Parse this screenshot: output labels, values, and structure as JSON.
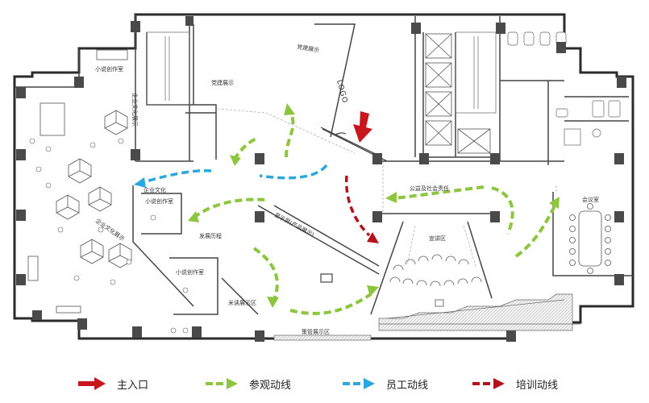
{
  "colors": {
    "main_entrance": "#c8161d",
    "visitor_route": "#8cc63f",
    "staff_route": "#29a8e0",
    "training_route": "#b5121b",
    "wall": "#2b2b2b",
    "column": "#4a4a4a",
    "line": "#555555"
  },
  "rooms": {
    "party_exhibit_top": "党建展示",
    "party_exhibit_left": "党建展示",
    "logo": "LOGO",
    "novel_studio_top": "小说创作室",
    "corporate_culture_vertical": "企业文化展示",
    "corporate_culture_left": "企业文化展示",
    "corporate_culture": "企业文化",
    "novel_studio_mid": "小说创作室",
    "development_history": "发展历程",
    "novel_studio_low": "小说创作室",
    "product_display": "显示屏(产品展示)",
    "public_welfare": "公益及社会责任",
    "lecture_area": "宣讲区",
    "meeting_room": "会议室",
    "reading_display": "米读展示区",
    "planning_display": "策管展示区"
  },
  "legend": {
    "main_entrance": {
      "icon": "red-arrow-icon",
      "label": "主入口"
    },
    "visitor_route": {
      "icon": "green-dashed-arrow-icon",
      "label": "参观动线"
    },
    "staff_route": {
      "icon": "blue-dashed-arrow-icon",
      "label": "员工动线"
    },
    "training_route": {
      "icon": "red-dashed-arrow-icon",
      "label": "培训动线"
    }
  }
}
